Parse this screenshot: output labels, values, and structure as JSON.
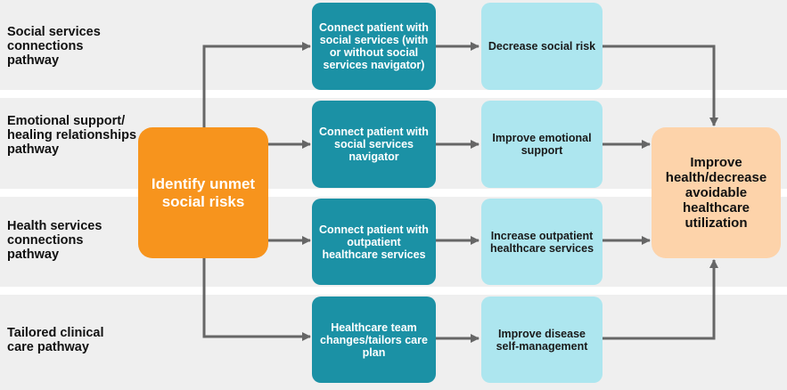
{
  "pathways": [
    {
      "label": "Social services connections pathway"
    },
    {
      "label": "Emotional support/ healing relationships pathway"
    },
    {
      "label": "Health services connections pathway"
    },
    {
      "label": "Tailored clinical care pathway"
    }
  ],
  "start": {
    "label": "Identify unmet social risks"
  },
  "actions": [
    {
      "label": "Connect patient with social services (with or without social services navigator)"
    },
    {
      "label": "Connect patient with social services  navigator"
    },
    {
      "label": "Connect patient with outpatient healthcare services"
    },
    {
      "label": "Healthcare team changes/tailors care plan"
    }
  ],
  "outcomes": [
    {
      "label": "Decrease social risk"
    },
    {
      "label": "Improve emotional support"
    },
    {
      "label": "Increase outpatient healthcare services"
    },
    {
      "label": "Improve disease self-management"
    }
  ],
  "goal": {
    "label": "Improve health/decrease avoidable healthcare utilization"
  },
  "colors": {
    "band": "#efefef",
    "start": "#f7941d",
    "action": "#1b91a5",
    "outcome": "#ade6ef",
    "goal": "#fdd3aa",
    "arrow": "#666666"
  }
}
